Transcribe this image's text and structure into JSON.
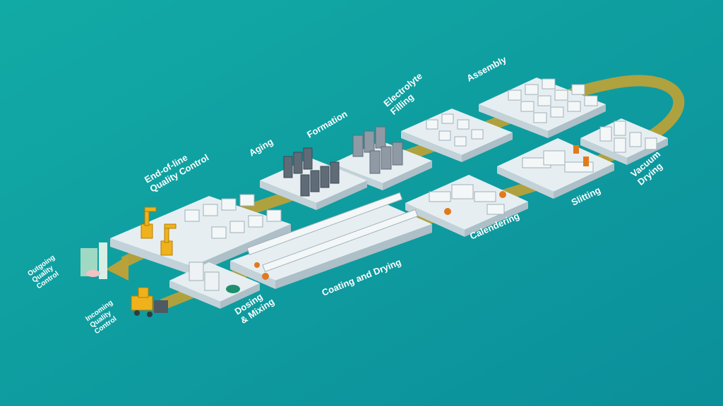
{
  "stages": {
    "dosing": {
      "lines": [
        "Dosing",
        "& Mixing"
      ]
    },
    "coating": {
      "lines": [
        "Coating and Drying"
      ]
    },
    "calendering": {
      "lines": [
        "Calendering"
      ]
    },
    "slitting": {
      "lines": [
        "Slitting"
      ]
    },
    "vacuum": {
      "lines": [
        "Vacuum",
        "Drying"
      ]
    },
    "assembly": {
      "lines": [
        "Assembly"
      ]
    },
    "electrolyte": {
      "lines": [
        "Electrolyte",
        "Filling"
      ]
    },
    "formation": {
      "lines": [
        "Formation"
      ]
    },
    "aging": {
      "lines": [
        "Aging"
      ]
    },
    "eol": {
      "lines": [
        "End-of-line",
        "Quality Control"
      ]
    },
    "outgoing": {
      "lines": [
        "Outgoing",
        "Quality",
        "Control"
      ]
    },
    "incoming": {
      "lines": [
        "Incoming",
        "Quality",
        "Control"
      ]
    }
  },
  "colors": {
    "background_start": "#12aaa5",
    "background_end": "#0b8f9a",
    "flow_arrow": "#b9a23a",
    "platform_top": "#e6eef2",
    "platform_side": "#c3d2d9",
    "robot": "#f0b21c",
    "rack": "#5f6c78",
    "label": "#ffffff"
  }
}
